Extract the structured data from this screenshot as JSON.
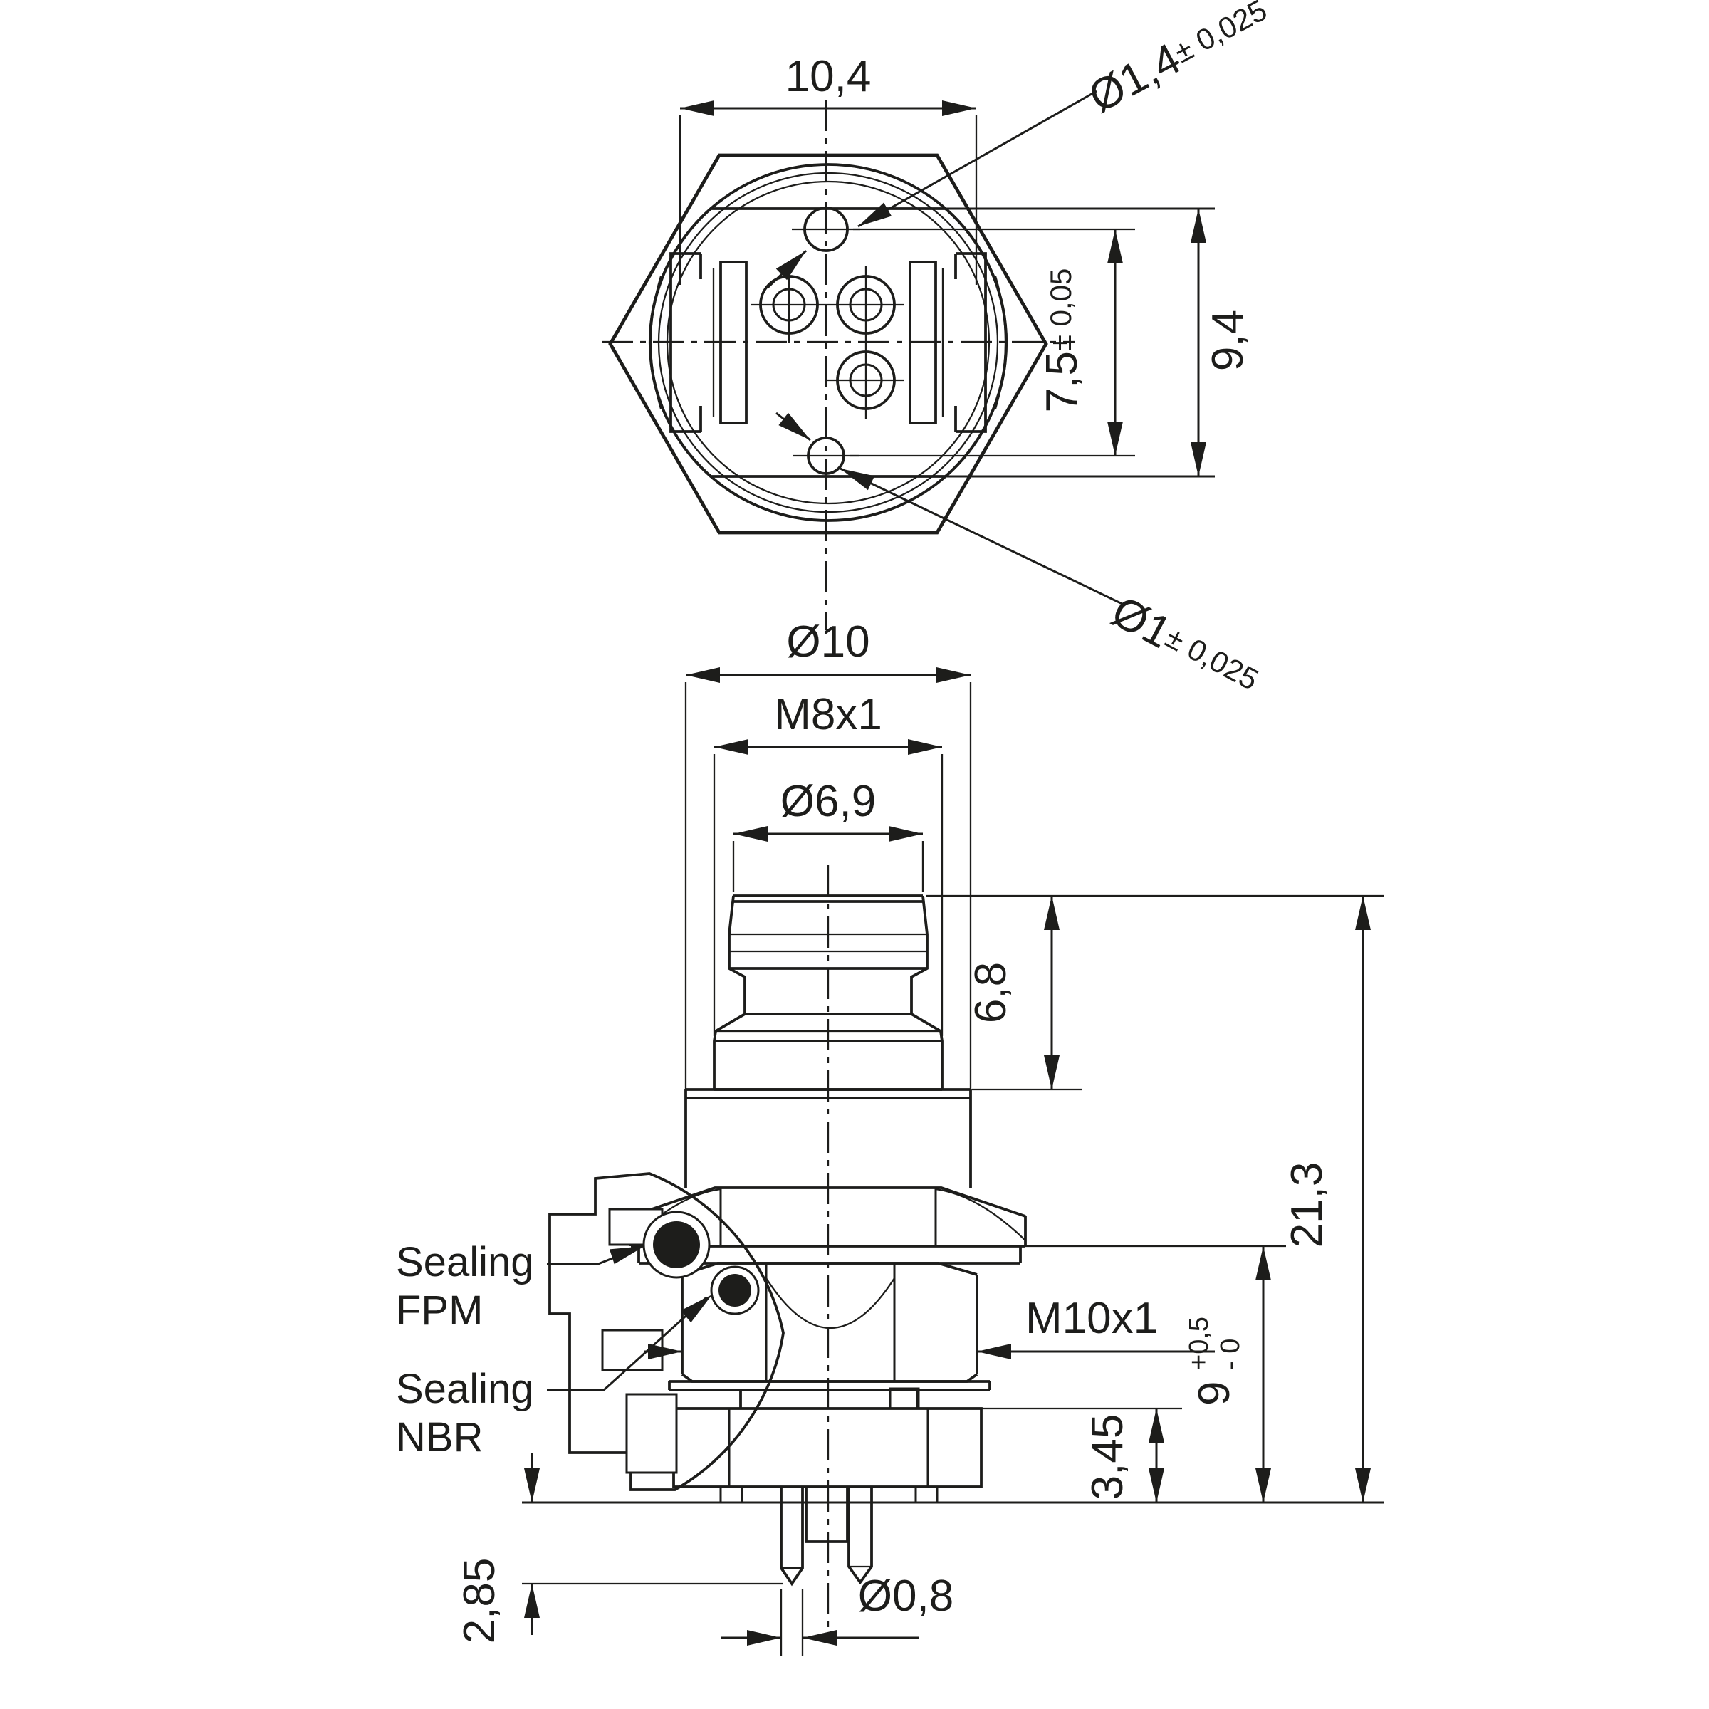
{
  "top_view": {
    "width": "10,4",
    "pin_large_dia": "Ø1,4",
    "pin_large_tol": "± 0,025",
    "pin_pitch": "7,5",
    "pin_pitch_tol": "± 0,05",
    "face_height": "9,4",
    "pin_small_dia": "Ø1",
    "pin_small_tol": "± 0,025"
  },
  "side_view": {
    "outer_dia": "Ø10",
    "thread": "M8x1",
    "face_dia": "Ø6,9",
    "plug_length": "6,8",
    "total_length": "21,3",
    "mount_thread": "M10x1",
    "mount_depth": "9",
    "mount_depth_tol_plus": "+0,5",
    "mount_depth_tol_minus": "- 0",
    "flange_height": "3,45",
    "pin_protrusion": "2,85",
    "pin_dia": "Ø0,8",
    "seal_fpm_line1": "Sealing",
    "seal_fpm_line2": "FPM",
    "seal_nbr_line1": "Sealing",
    "seal_nbr_line2": "NBR"
  },
  "colors": {
    "ink": "#1d1d1b",
    "bg": "#ffffff"
  }
}
